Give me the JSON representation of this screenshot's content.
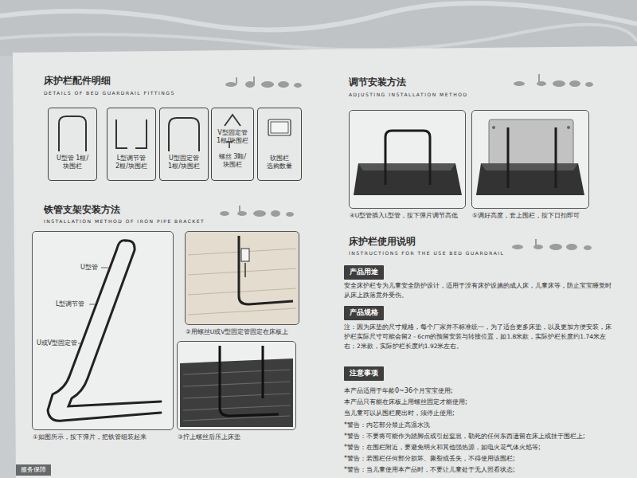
{
  "diagram": {
    "nodes": [
      {
        "text": [
          "U型管 1根/块围栏"
        ]
      },
      {
        "text": [
          "L型调节管 2根/块围栏"
        ]
      },
      {
        "text": [
          "U型固定管 1根/块围栏"
        ]
      },
      {
        "text": [
          "V型固定管 1根/块围栏",
          "螺丝 3颗/块围栏"
        ]
      },
      {
        "text": [
          "软围栏 选购数量"
        ]
      },
      {
        "text": [
          "①如图所示，按下弹片，把铁管组装起来"
        ]
      },
      {
        "text": [
          "②用螺丝U或V型固定管固定在床板上"
        ]
      },
      {
        "text": [
          "③拧上螺丝后压上床垫"
        ]
      },
      {
        "text": [
          "④U型管插入L型管，按下弹片调节高低"
        ]
      },
      {
        "text": [
          "⑤调好高度，套上围栏，按下日扣即可"
        ]
      },
      {
        "text": [
          "产品用途"
        ]
      },
      {
        "text": [
          "产品规格"
        ]
      },
      {
        "text": [
          "注意事项"
        ]
      }
    ],
    "labels": [
      "床护栏配件明细",
      "DETAILS OF BED GUARDRAIL FITTINGS",
      "铁管支架安装方法",
      "INSTALLATION METHOD OF IRON PIPE BRACKET",
      "U型管",
      "L型调节管",
      "U或V型固定管",
      "服务保障",
      "调节安装方法",
      "ADJUSTING INSTALLATION METHOD",
      "床护栏使用说明",
      "INSTRUCTIONS FOR THE USE BED GUARDRAIL",
      "安全床护栏专为儿童安全防护设计，适用于没有床护设施的成人床，儿童床等，防止宝宝睡觉时从床上跌落意外受伤。",
      "注：因为床垫的尺寸规格，每个厂家并不标准统一，为了适合更多床垫，以及更加方便安装，床护栏实际尺寸可能会留2 - 6cm的预留安装与转接位置，如1.8米款，实际护栏长度约1.74米左右；2米款，实际护栏长度约1.92米左右。",
      "本产品适用于年龄0~36个月宝宝使用;",
      "本产品只有能在床板上用螺丝固定才能使用;",
      "当儿童可以从围栏爬出时，须停止使用;",
      "*警告：内芯部分禁止高温水洗",
      "*警告：不要将可能作为踏脚点或引起窒息，勒死的任何东西遗留在床上或挂于围栏上;",
      "*警告：在围栏附近，要避免明火和其他强热源，如电火花气体火焰等;",
      "*警告：若围栏任何部分损坏、撕裂或丢失，不得使用该围栏;",
      "*警告：当儿童使用本产品时，不要让儿童处于无人照看状态;"
    ]
  }
}
